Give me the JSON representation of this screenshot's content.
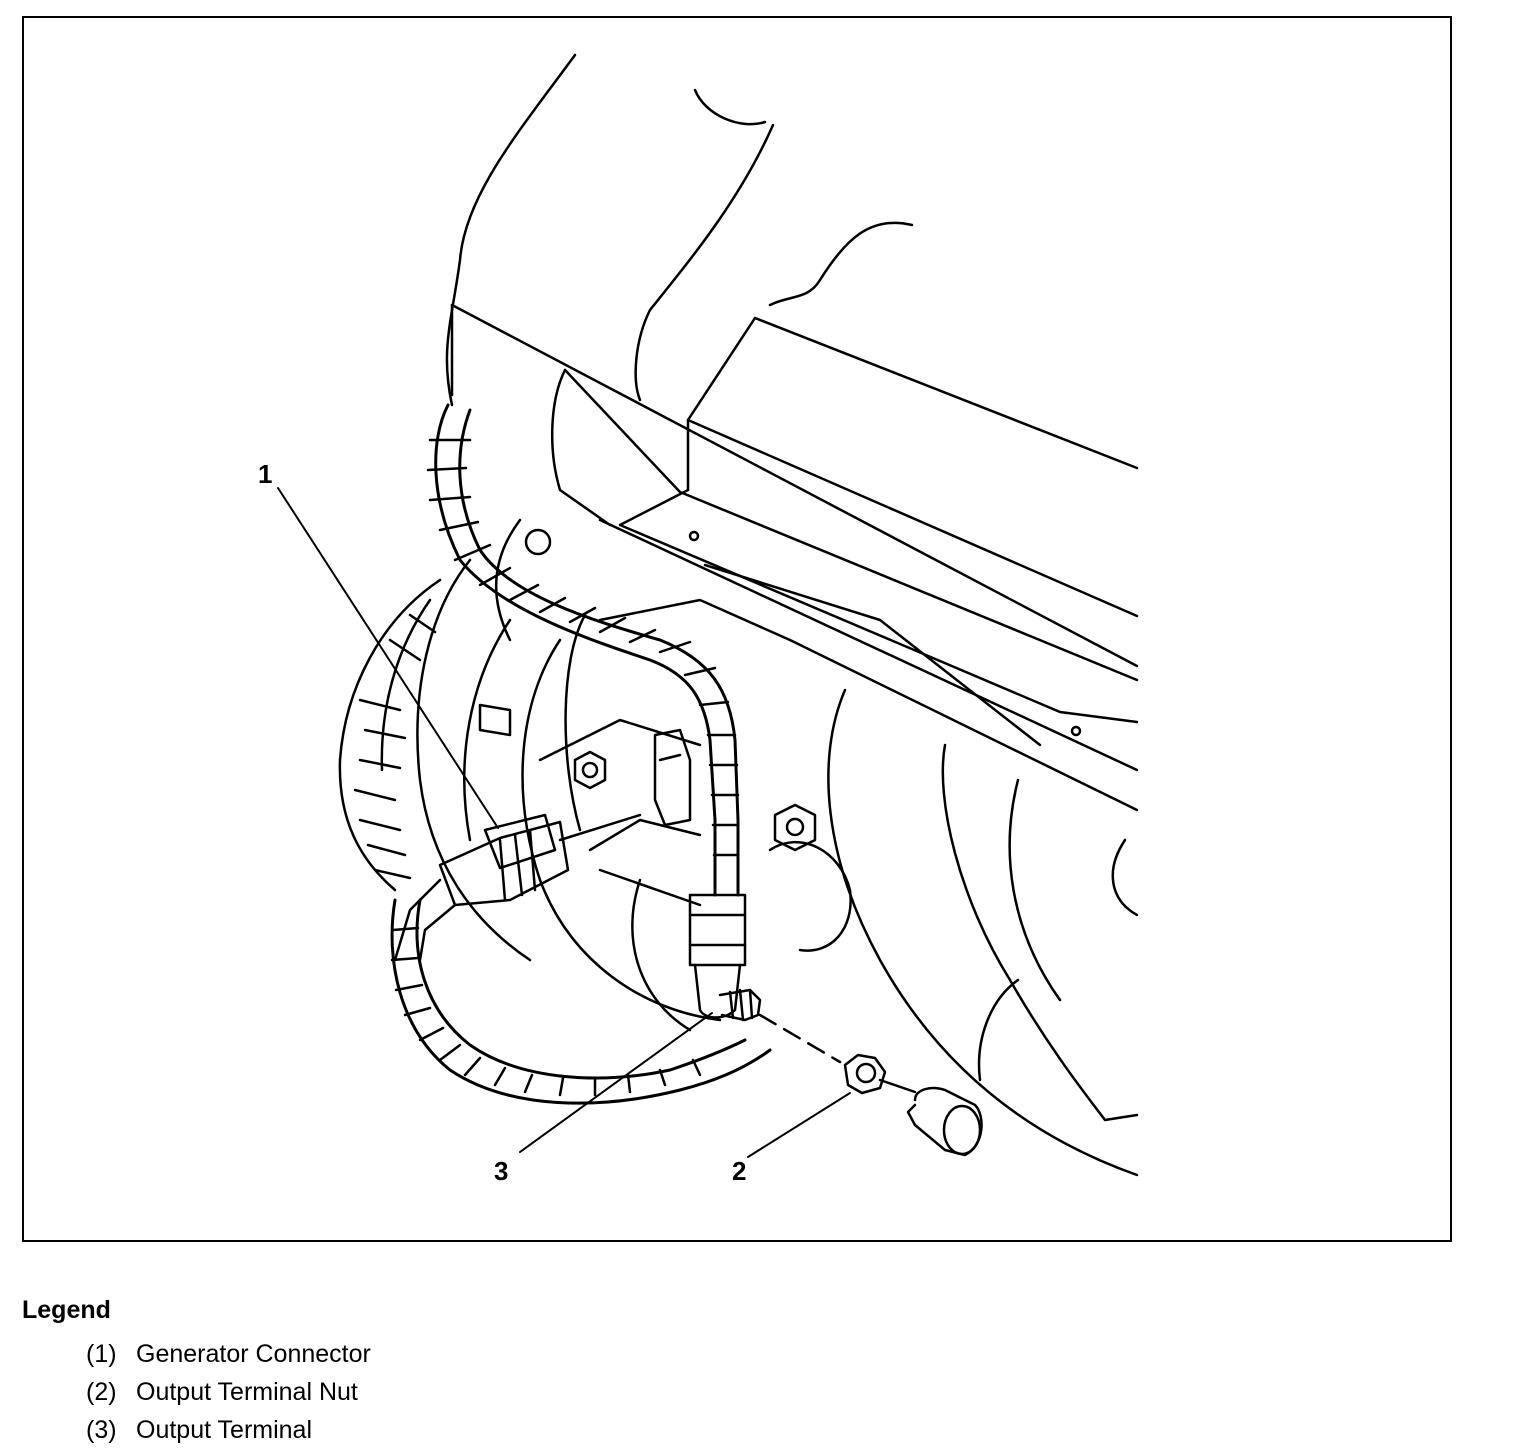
{
  "callouts": [
    {
      "id": "1",
      "label": "1"
    },
    {
      "id": "2",
      "label": "2"
    },
    {
      "id": "3",
      "label": "3"
    }
  ],
  "legend": {
    "title": "Legend",
    "items": [
      {
        "number": "(1)",
        "text": "Generator Connector"
      },
      {
        "number": "(2)",
        "text": "Output Terminal Nut"
      },
      {
        "number": "(3)",
        "text": "Output Terminal"
      }
    ]
  }
}
